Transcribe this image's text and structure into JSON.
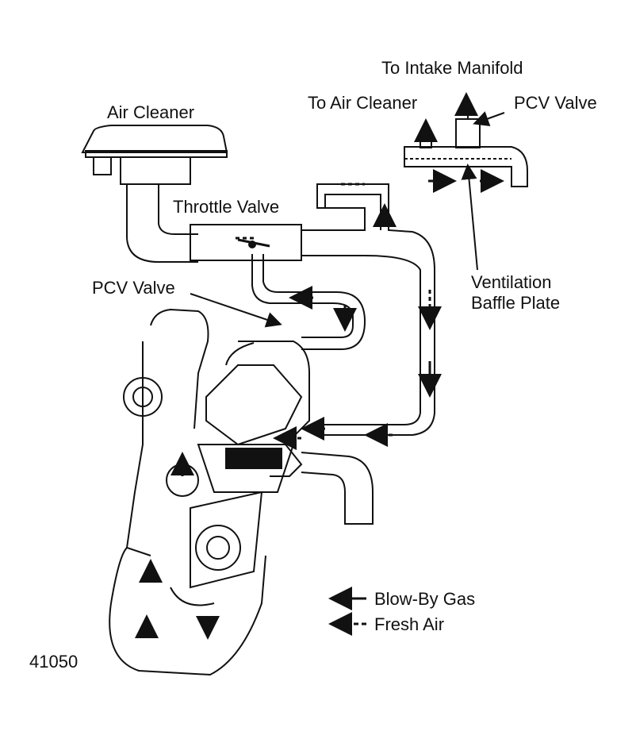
{
  "labels": {
    "air_cleaner": "Air Cleaner",
    "to_intake_manifold": "To Intake Manifold",
    "to_air_cleaner": "To Air Cleaner",
    "pcv_valve_top": "PCV Valve",
    "throttle_valve": "Throttle Valve",
    "pcv_valve_left": "PCV Valve",
    "ventilation_baffle_plate_line1": "Ventilation",
    "ventilation_baffle_plate_line2": "Baffle Plate",
    "figure_number": "41050"
  },
  "legend": {
    "blow_by_gas": "Blow-By Gas",
    "fresh_air": "Fresh Air"
  },
  "colors": {
    "ink": "#111111",
    "paper": "#ffffff"
  }
}
